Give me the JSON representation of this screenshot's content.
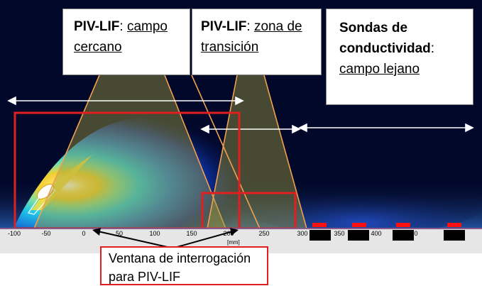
{
  "labels": {
    "near_field": {
      "bold": "PIV-LIF",
      "sep": ": ",
      "line1_rest": "campo",
      "line2": "cercano"
    },
    "transition": {
      "bold": "PIV-LIF",
      "sep": ": ",
      "line1_rest": "zona de",
      "line2": "transición"
    },
    "far_field": {
      "line1": "Sondas de",
      "line2_bold": "conductividad",
      "line2_rest": ":",
      "line3": "campo lejano"
    },
    "window": {
      "line1": "Ventana de interrogación",
      "line2": "para PIV-LIF"
    }
  },
  "axis": {
    "ticks": [
      "-100",
      "-50",
      "0",
      "50",
      "100",
      "150",
      "200",
      "250",
      "300",
      "350",
      "400",
      "0"
    ],
    "unit": "[mm]"
  },
  "colors": {
    "background": "#02082a",
    "plume_core": "#ffffff",
    "window_frame": "#e02020",
    "arrow": "#ffffff",
    "cone_fill": "#9c9a3c",
    "cone_edge": "#f0a050"
  }
}
